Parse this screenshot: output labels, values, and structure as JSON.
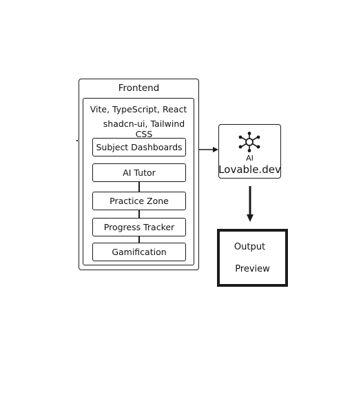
{
  "frontend": {
    "title": "Frontend",
    "stack": [
      "Vite, TypeScript, React",
      "shadcn-ui, Tailwind CSS"
    ],
    "modules": [
      "Subject Dashboards",
      "AI Tutor",
      "Practice Zone",
      "Progress Tracker",
      "Gamification"
    ]
  },
  "ai": {
    "icon": "network-hub-icon",
    "label": "AI",
    "brand": "Lovable.dev"
  },
  "output": {
    "lines": [
      "Output",
      "Preview"
    ]
  }
}
